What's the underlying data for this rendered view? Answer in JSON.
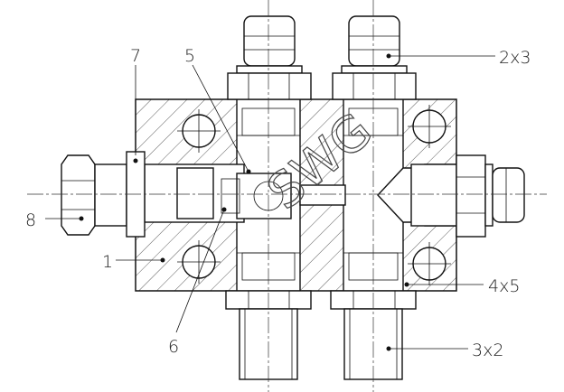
{
  "drawing": {
    "callouts": {
      "c7": "7",
      "c5": "5",
      "c2x3": "2x3",
      "c8": "8",
      "c1": "1",
      "c4x5": "4x5",
      "c6": "6",
      "c3x2": "3x2"
    },
    "watermark": "SWG"
  }
}
